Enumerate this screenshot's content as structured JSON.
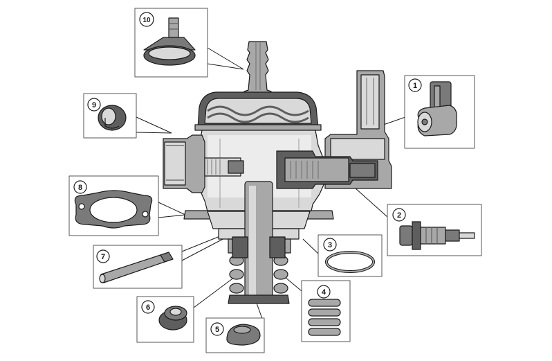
{
  "diagram": {
    "callouts": [
      {
        "label": "1"
      },
      {
        "label": "2"
      },
      {
        "label": "3"
      },
      {
        "label": "4"
      },
      {
        "label": "5"
      },
      {
        "label": "6"
      },
      {
        "label": "7"
      },
      {
        "label": "8"
      },
      {
        "label": "9"
      },
      {
        "label": "10"
      }
    ]
  },
  "colors": {
    "outline": "#1a1a1a",
    "light_gray": "#d9d9d9",
    "mid_gray": "#a8a8a8",
    "dark_gray": "#7a7a7a",
    "darker_gray": "#5e5e5e",
    "background": "#ffffff"
  }
}
